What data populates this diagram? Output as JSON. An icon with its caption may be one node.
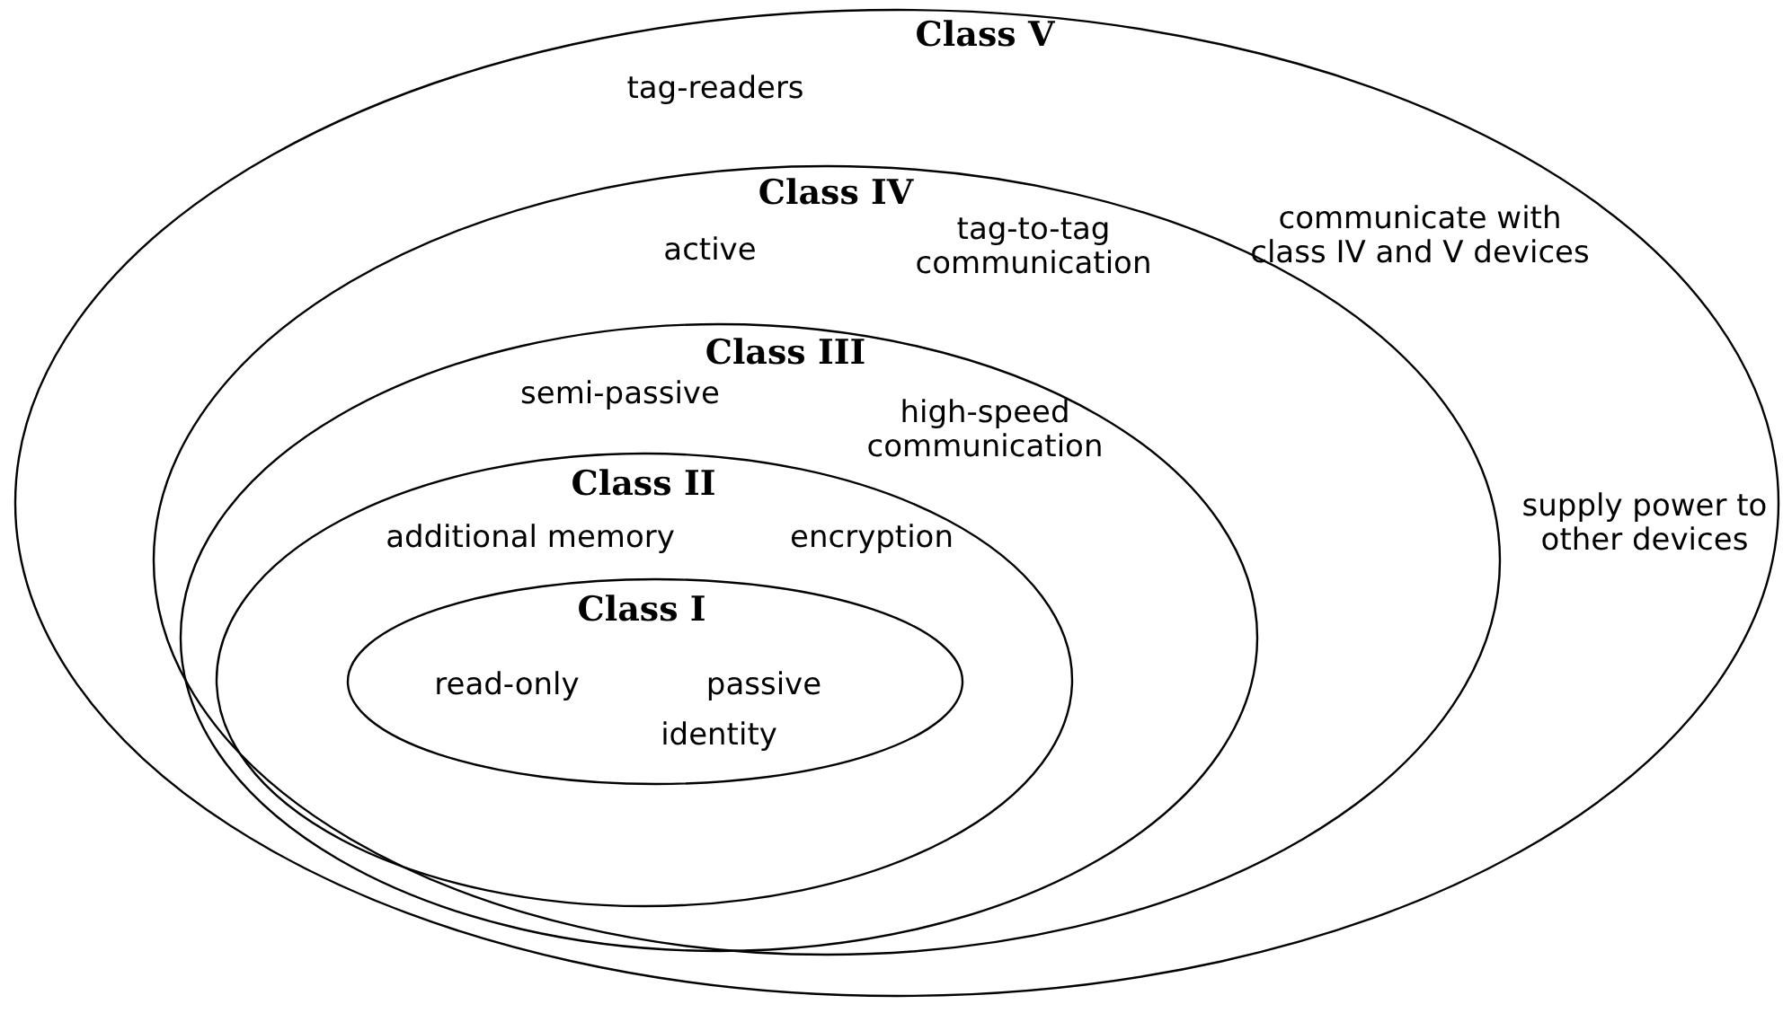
{
  "diagram": {
    "nodes": [
      {
        "text": [
          "Class V",
          "tag-readers",
          "communicate with class IV and V devices",
          "supply power to other devices"
        ]
      },
      {
        "text": [
          "Class IV",
          "active",
          "tag-to-tag communication"
        ],
        "in": 0
      },
      {
        "text": [
          "Class III",
          "semi-passive",
          "high-speed communication"
        ],
        "in": 1
      },
      {
        "text": [
          "Class II",
          "additional memory",
          "encryption"
        ],
        "in": 2
      },
      {
        "text": [
          "Class I",
          "read-only",
          "passive",
          "identity"
        ],
        "in": 3
      }
    ]
  }
}
